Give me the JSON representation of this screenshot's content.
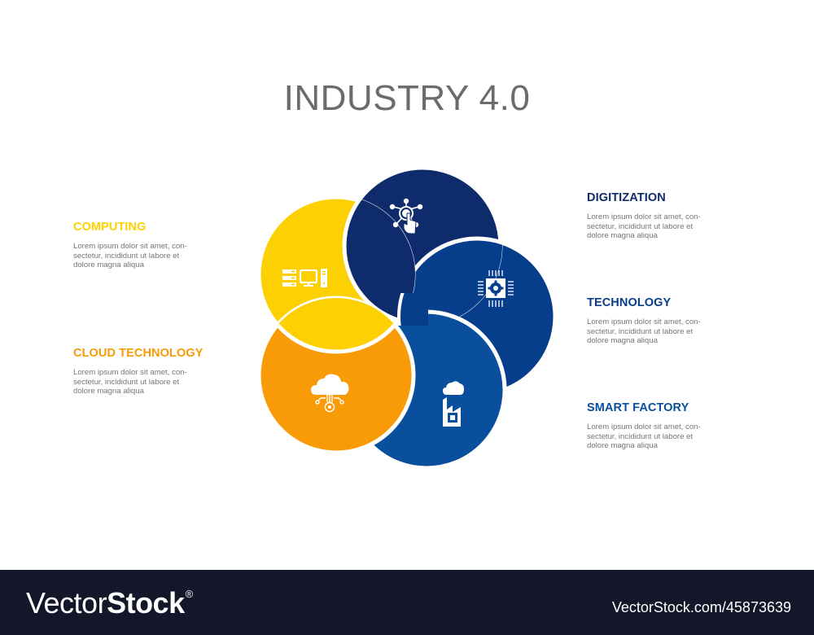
{
  "title": "INDUSTRY 4.0",
  "colors": {
    "computing": "#FDD101",
    "cloud_technology": "#F99A07",
    "digitization": "#0E2C6B",
    "technology": "#073E8B",
    "smart_factory": "#0A4F9D",
    "title_text": "#6b6b6b",
    "desc_text": "#757575",
    "footer_bg": "#14162a"
  },
  "items": [
    {
      "heading": "COMPUTING",
      "color": "#FDD101",
      "icon": "computer-server-icon",
      "desc": [
        "Lorem ipsum dolor sit amet, con-",
        "sectetur, incididunt ut labore et",
        "dolore magna aliqua"
      ]
    },
    {
      "heading": "CLOUD TECHNOLOGY",
      "color": "#F99A07",
      "icon": "cloud-gear-icon",
      "desc": [
        "Lorem ipsum dolor sit amet, con-",
        "sectetur, incididunt ut labore et",
        "dolore magna aliqua"
      ]
    },
    {
      "heading": "DIGITIZATION",
      "color": "#0E2C6B",
      "icon": "network-touch-icon",
      "desc": [
        "Lorem ipsum dolor sit amet, con-",
        "sectetur, incididunt ut labore et",
        "dolore magna aliqua"
      ]
    },
    {
      "heading": "TECHNOLOGY",
      "color": "#073E8B",
      "icon": "chip-gear-icon",
      "desc": [
        "Lorem ipsum dolor sit amet, con-",
        "sectetur, incididunt ut labore et",
        "dolore magna aliqua"
      ]
    },
    {
      "heading": "SMART FACTORY",
      "color": "#0A4F9D",
      "icon": "factory-chip-icon",
      "desc": [
        "Lorem ipsum dolor sit amet, con-",
        "sectetur, incididunt ut labore et",
        "dolore magna aliqua"
      ]
    }
  ],
  "footer": {
    "logo_thin": "Vector",
    "logo_bold": "Stock",
    "logo_mark": "®",
    "url": "VectorStock.com/45873639"
  }
}
